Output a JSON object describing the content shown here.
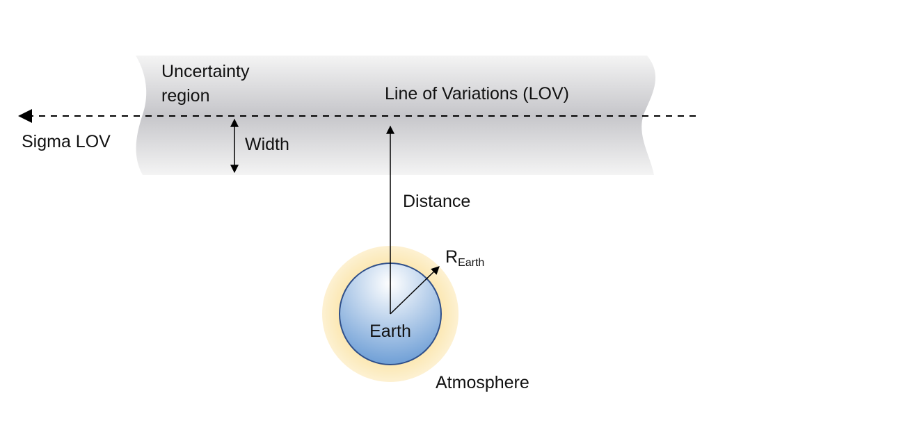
{
  "diagram": {
    "uncertainty_region_label_line1": "Uncertainty",
    "uncertainty_region_label_line2": "region",
    "lov_label": "Line of Variations (LOV)",
    "sigma_lov_label": "Sigma LOV",
    "width_label": "Width",
    "distance_label": "Distance",
    "radius_label_main": "R",
    "radius_label_sub": "Earth",
    "earth_label": "Earth",
    "atmosphere_label": "Atmosphere"
  },
  "colors": {
    "band_edge": "#f2f2f2",
    "band_center": "#c4c4c8",
    "atmosphere": "#fbe9b8",
    "earth_light": "#ffffff",
    "earth_dark": "#6f9fd6",
    "earth_stroke": "#2f4f8a",
    "line": "#000000"
  }
}
